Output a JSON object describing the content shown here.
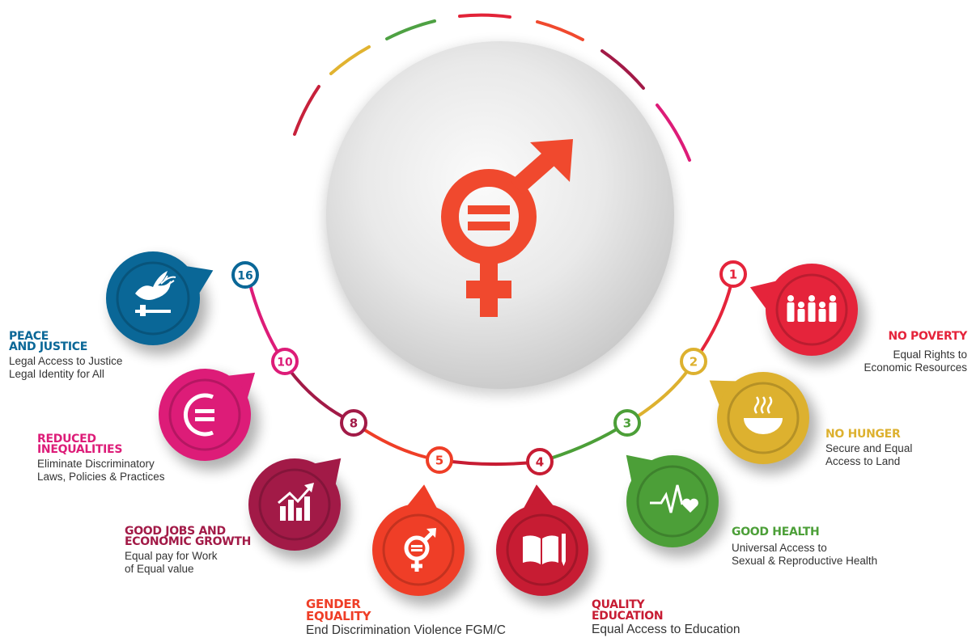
{
  "center": {
    "icon": "gender-equality-icon",
    "color": "#f0492e"
  },
  "goals": [
    {
      "key": "no-poverty",
      "number": "16",
      "title": "PEACE\nAND JUSTICE",
      "desc": "Legal Access to Justice\nLegal Identity for All",
      "color": "#0a6797",
      "icon": "dove-gavel-icon"
    },
    {
      "key": "reduced-inequalities",
      "number": "10",
      "title": "REDUCED\nINEQUALITIES",
      "desc": "Eliminate Discriminatory\nLaws, Policies & Practices",
      "color": "#dd1c78",
      "icon": "equal-circle-icon"
    },
    {
      "key": "good-jobs",
      "number": "8",
      "title": "GOOD JOBS AND\nECONOMIC GROWTH",
      "desc": "Equal pay for Work\nof Equal value",
      "color": "#a21a47",
      "icon": "growth-chart-icon"
    },
    {
      "key": "gender-equality",
      "number": "5",
      "title": "GENDER\nEQUALITY",
      "desc": "End Discrimination Violence FGM/C",
      "color": "#ef3e27",
      "icon": "gender-symbol-icon"
    },
    {
      "key": "quality-education",
      "number": "4",
      "title": "QUALITY\nEDUCATION",
      "desc": "Equal Access to Education",
      "color": "#c71c33",
      "icon": "book-pencil-icon"
    },
    {
      "key": "good-health",
      "number": "3",
      "title": "GOOD HEALTH",
      "desc": "Universal Access to\nSexual & Reproductive Health",
      "color": "#4c9f38",
      "icon": "heartbeat-icon"
    },
    {
      "key": "no-hunger",
      "number": "2",
      "title": "NO HUNGER",
      "desc": "Secure and Equal\nAccess to Land",
      "color": "#ddb12f",
      "icon": "food-bowl-icon"
    },
    {
      "key": "no-poverty-1",
      "number": "1",
      "title": "NO POVERTY",
      "desc": "Equal Rights to\nEconomic Resources",
      "color": "#e5243b",
      "icon": "family-icon"
    }
  ]
}
